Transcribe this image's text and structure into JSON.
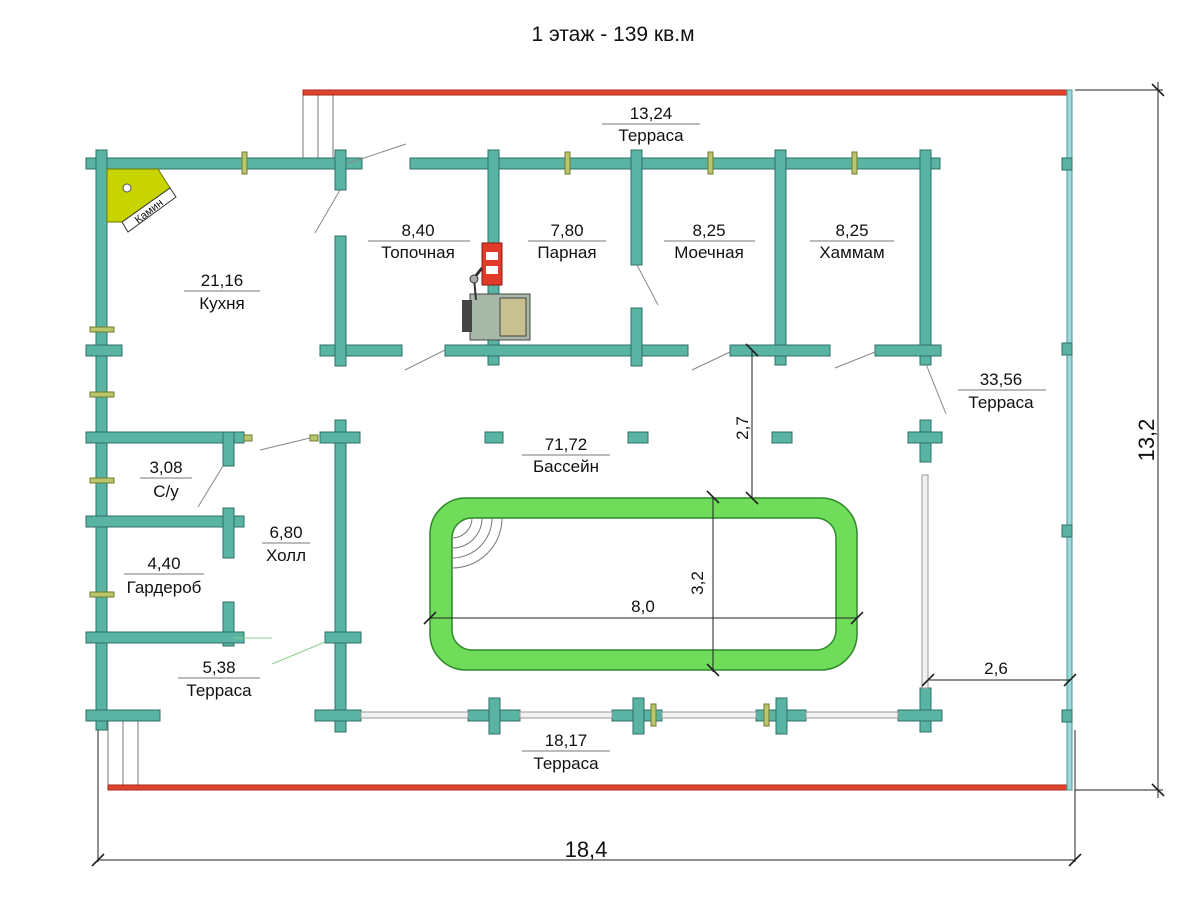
{
  "title": "1 этаж - 139 кв.м",
  "rooms": [
    {
      "area": "13,24",
      "name": "Терраса"
    },
    {
      "area": "8,40",
      "name": "Топочная"
    },
    {
      "area": "7,80",
      "name": "Парная"
    },
    {
      "area": "8,25",
      "name": "Моечная"
    },
    {
      "area": "8,25",
      "name": "Хаммам"
    },
    {
      "area": "21,16",
      "name": "Кухня"
    },
    {
      "area": "33,56",
      "name": "Терраса"
    },
    {
      "area": "71,72",
      "name": "Бассейн"
    },
    {
      "area": "3,08",
      "name": "С/у"
    },
    {
      "area": "6,80",
      "name": "Холл"
    },
    {
      "area": "4,40",
      "name": "Гардероб"
    },
    {
      "area": "5,38",
      "name": "Терраса"
    },
    {
      "area": "18,17",
      "name": "Терраса"
    }
  ],
  "fireplace_label": "Камин",
  "dimensions": {
    "total_width": "18,4",
    "total_height": "13,2",
    "pool_length": "8,0",
    "pool_width": "3,2",
    "pool_gap": "2,7",
    "terrace_depth": "2,6"
  },
  "colors": {
    "walls": "#5ab4a4",
    "terrace_edge": "#e0442e",
    "pool_border": "#6fdc5a",
    "fireplace": "#c8d400"
  }
}
